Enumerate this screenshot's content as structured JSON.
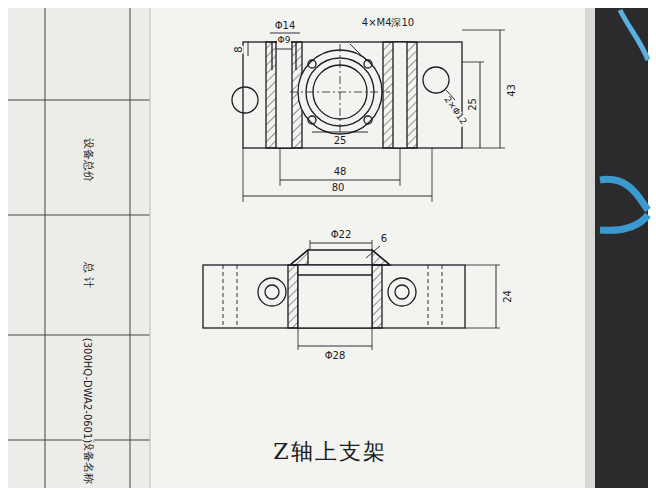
{
  "diagram": {
    "title": "Z轴上支架",
    "labels": [
      "Φ14",
      "Φ9",
      "4×M4深10",
      "8",
      "2×Φ12",
      "25",
      "25",
      "43",
      "48",
      "80",
      "Φ22",
      "6",
      "24",
      "Φ28",
      "设备名称",
      "(300HQ-DWA2-0601)",
      "总 计",
      "设备总价"
    ]
  }
}
